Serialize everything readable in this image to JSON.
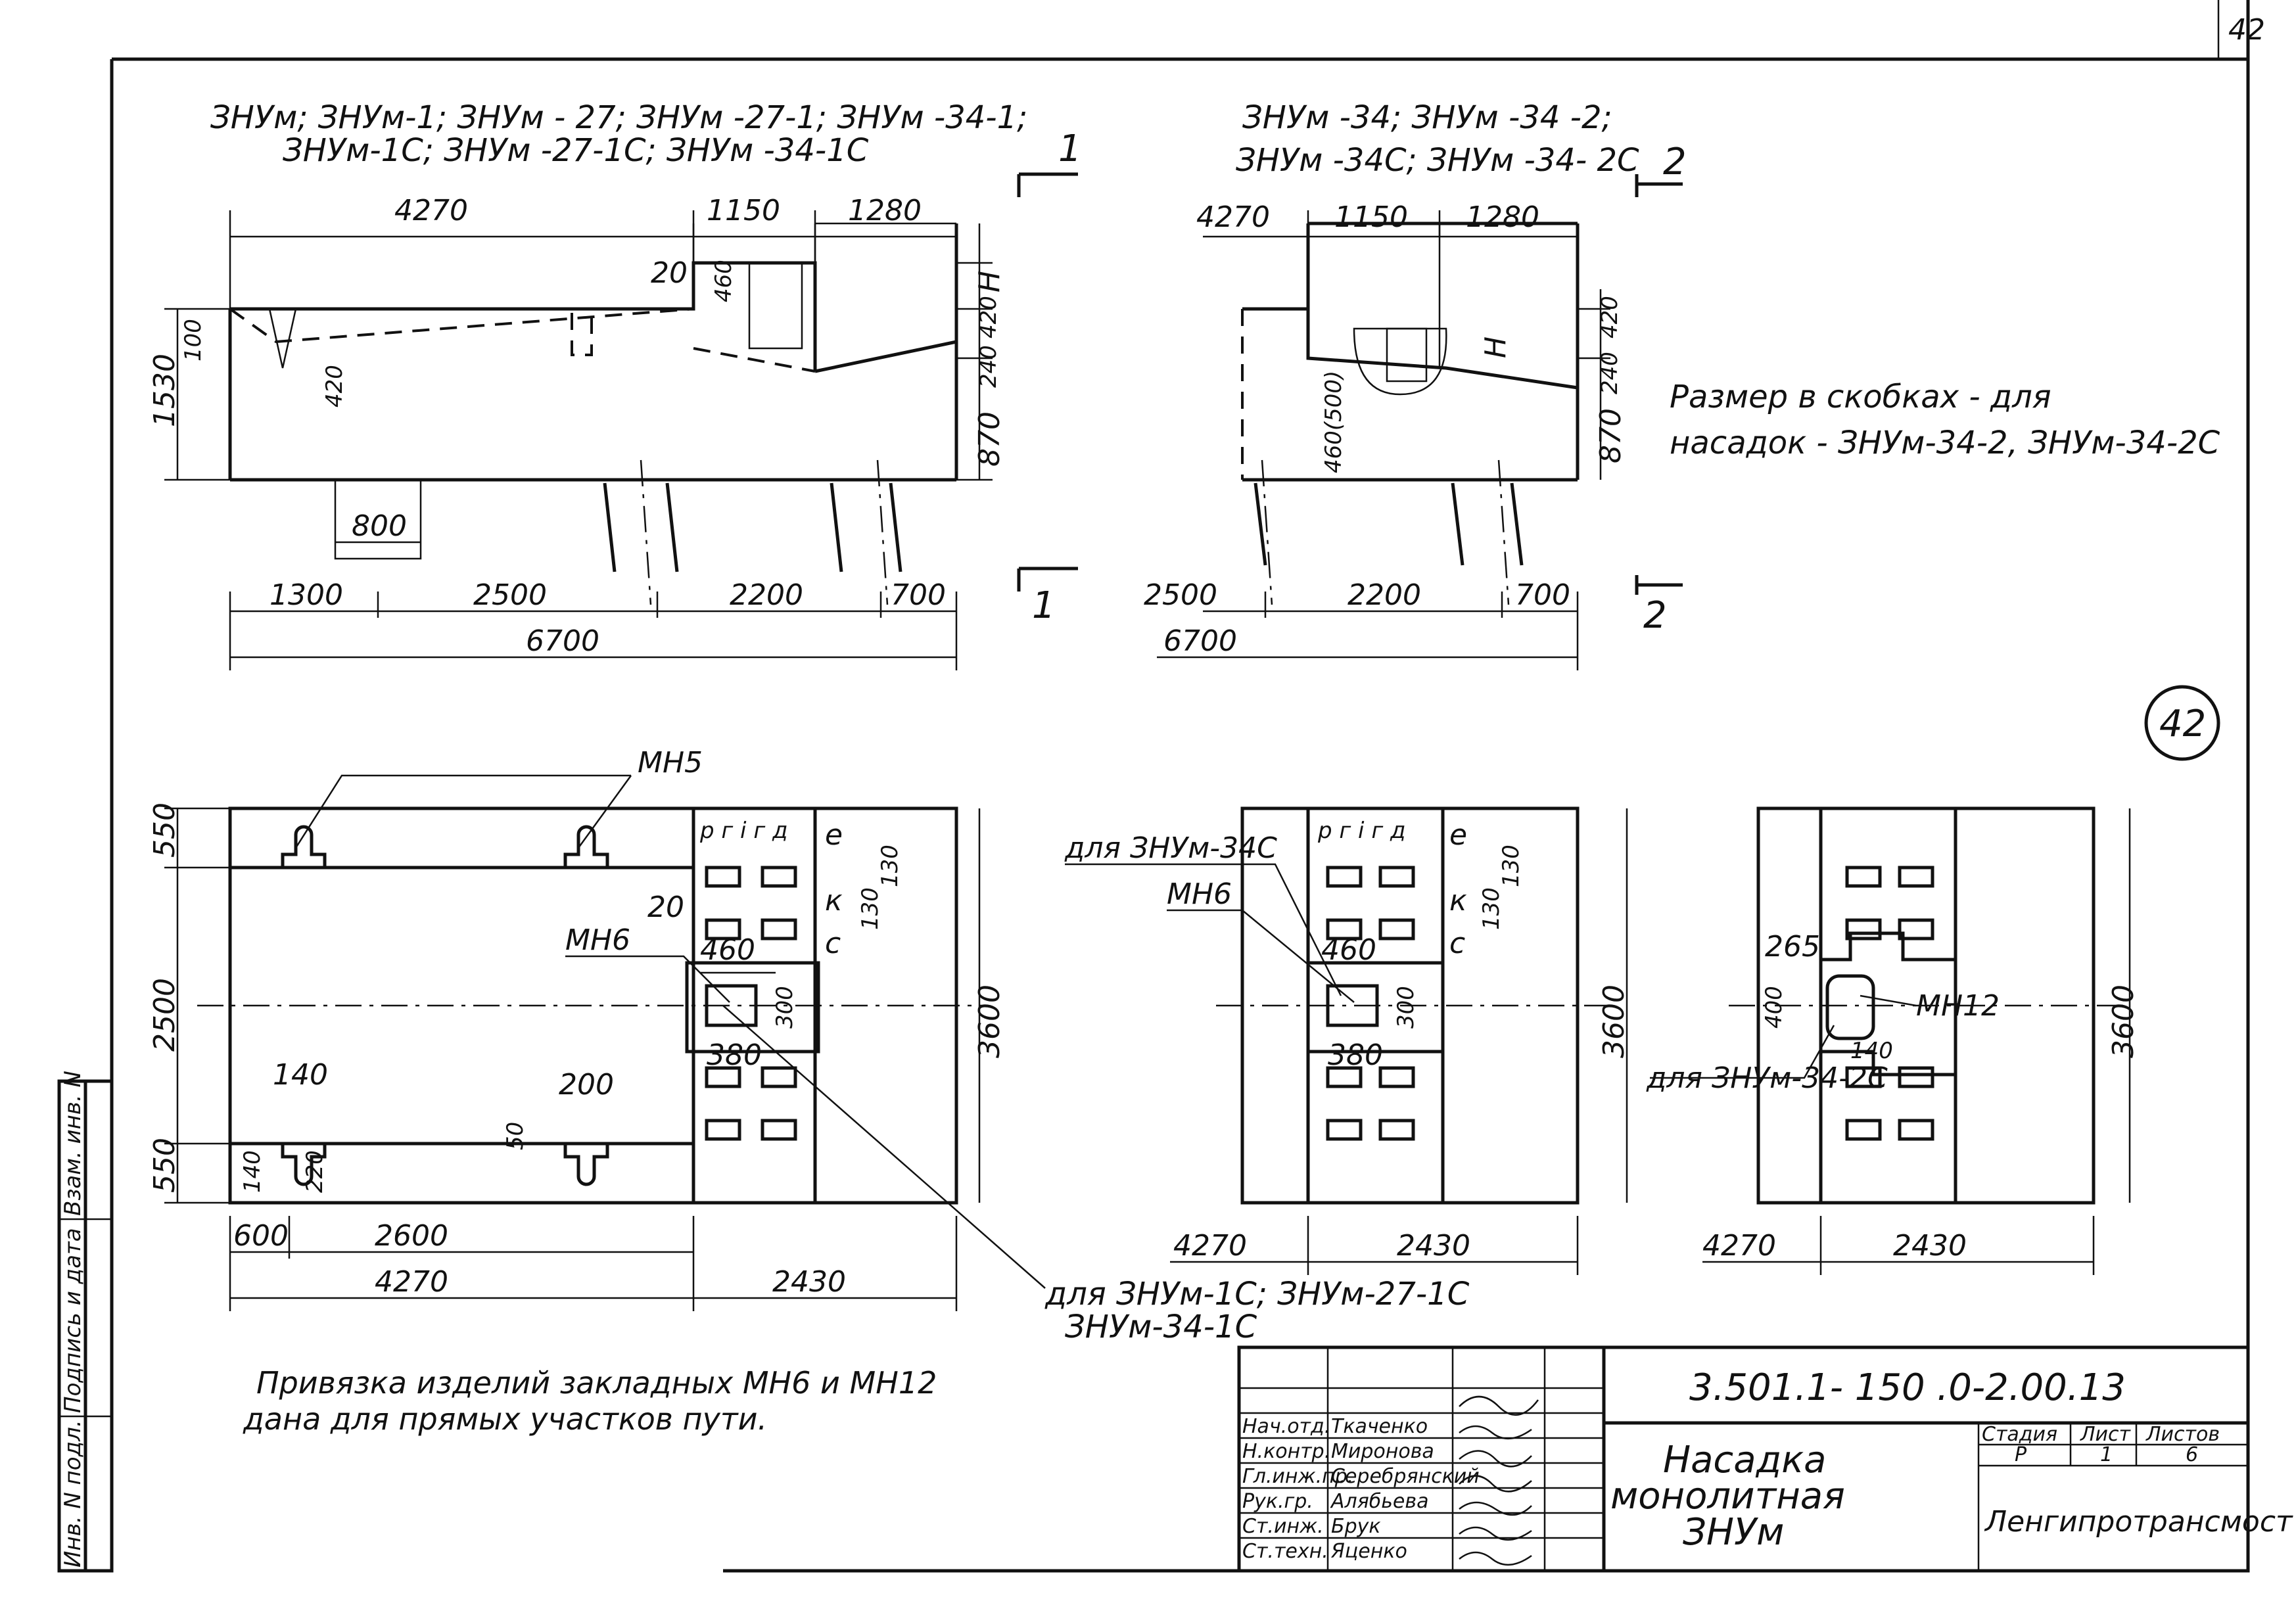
{
  "page_number": "42",
  "circled_number": "42",
  "elevation_left": {
    "title_line1": "ЗНУм; ЗНУм-1; ЗНУм - 27; ЗНУм -27-1; ЗНУм -34-1;",
    "title_line2": "ЗНУм-1С; ЗНУм -27-1С; ЗНУм -34-1С",
    "section_mark": "1",
    "dims_top": [
      "4270",
      "1150",
      "1280"
    ],
    "dims_left": [
      "1530",
      "100",
      "420"
    ],
    "dims_right": [
      "Н",
      "420",
      "240",
      "870"
    ],
    "dim_20": "20",
    "dim_460": "460",
    "dim_800": "800",
    "dims_bottom": [
      "1300",
      "2500",
      "2200",
      "700"
    ],
    "dim_total": "6700"
  },
  "elevation_right": {
    "title_line1": "ЗНУм -34; ЗНУм -34 -2;",
    "title_line2": "ЗНУм -34С; ЗНУм -34- 2С",
    "section_mark": "2",
    "dims_top": [
      "4270",
      "1150",
      "1280"
    ],
    "dims_right": [
      "420",
      "240",
      "870"
    ],
    "dim_h": "Н",
    "dim_460_500": "460(500)",
    "dims_bottom": [
      "2500",
      "2200",
      "700"
    ],
    "dim_total": "6700"
  },
  "note_brackets_line1": "Размер в скобках - для",
  "note_brackets_line2": "насадок - ЗНУм-34-2, ЗНУм-34-2С",
  "plan_left": {
    "label_mn5": "МН5",
    "label_mn6": "МН6",
    "dims_left": [
      "550",
      "2500",
      "550"
    ],
    "dim_right": "3600",
    "grid_letters": "р г і г д",
    "letter_e": "е",
    "letter_k": "к",
    "letter_c": "с",
    "dims_130": [
      "130",
      "130"
    ],
    "dim_20": "20",
    "dim_460": "460",
    "dim_300": "300",
    "dim_380": "380",
    "dim_140": "140",
    "dim_200": "200",
    "dim_50": "50",
    "dim_140b": "140",
    "dim_220": "220",
    "dim_600": "600",
    "dim_2600": "2600",
    "dim_4270": "4270",
    "dim_2430": "2430"
  },
  "plan_mid": {
    "label_for": "для ЗНУм-34С",
    "label_mn6": "МН6",
    "grid_letters": "р г і г д",
    "letter_e": "е",
    "letter_k": "к",
    "letter_c": "с",
    "dims_130": [
      "130",
      "130"
    ],
    "dim_460": "460",
    "dim_300": "300",
    "dim_380": "380",
    "dim_right": "3600",
    "dim_4270": "4270",
    "dim_2430": "2430"
  },
  "plan_right": {
    "dim_265": "265",
    "dim_400": "400",
    "label_mn12": "МН12",
    "dim_140": "140",
    "label_for": "для ЗНУм-34-2С",
    "dim_right": "3600",
    "dim_4270": "4270",
    "dim_2430": "2430"
  },
  "callout_1c_line1": "для ЗНУм-1С; ЗНУм-27-1С",
  "callout_1c_line2": "ЗНУм-34-1С",
  "note_line1": "Привязка изделий закладных МН6 и МН12",
  "note_line2": "дана для прямых участков пути.",
  "side_stamp": [
    "Инв. N подл.",
    "Подпись и дата",
    "Взам. инв. N"
  ],
  "title_block": {
    "doc_code": "3.501.1- 150  .0-2.00.13",
    "roles": [
      "Нач.отд.",
      "Н.контр.",
      "Гл.инж.пр.",
      "Рук.гр.",
      "Ст.инж.",
      "Ст.техн."
    ],
    "names": [
      "Ткаченко",
      "Миронова",
      "Серебрянский",
      "Алябьева",
      "Брук",
      "Яценко"
    ],
    "title_line1": "Насадка",
    "title_line2": "монолитная",
    "title_line3": "ЗНУм",
    "col_stage": "Стадия",
    "col_sheet": "Лист",
    "col_sheets": "Листов",
    "stage": "Р",
    "sheet": "1",
    "sheets": "6",
    "org": "Ленгипротрансмост"
  }
}
